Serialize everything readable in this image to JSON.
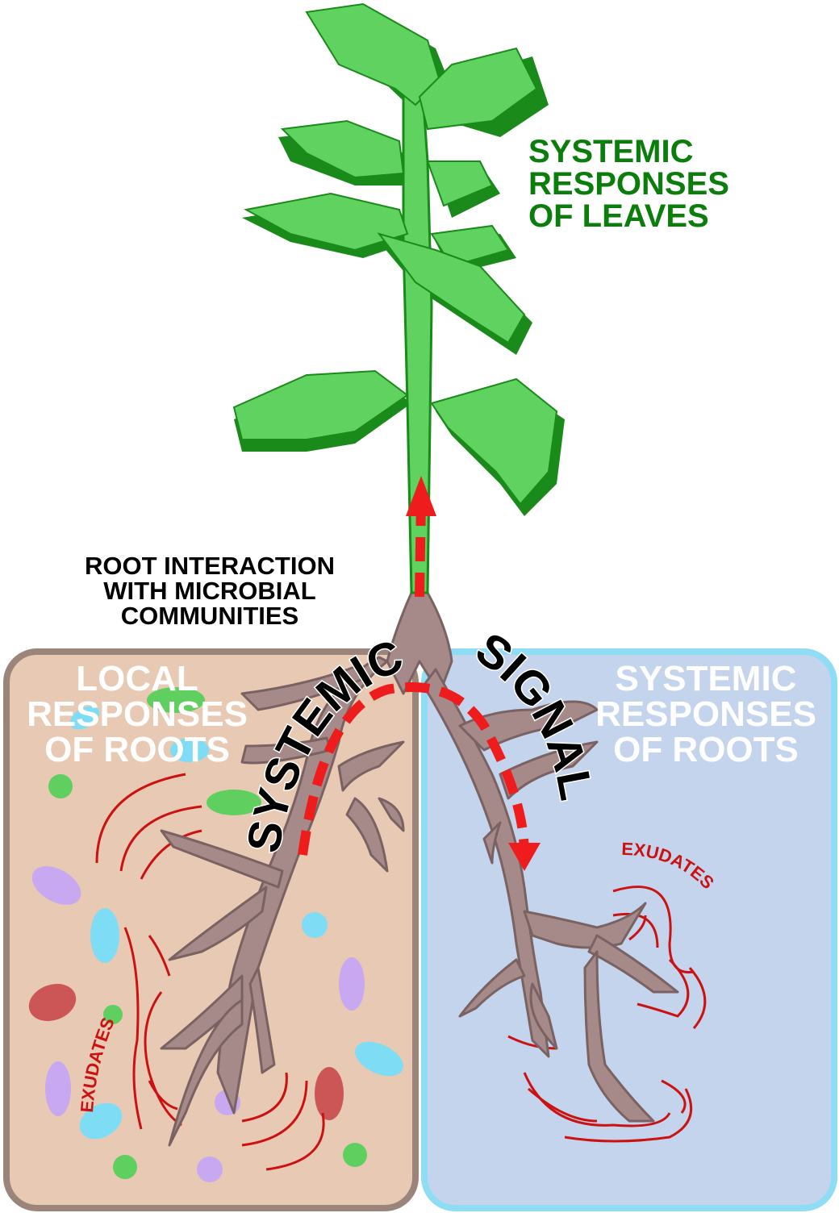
{
  "labels": {
    "leaves": "SYSTEMIC\nRESPONSES\nOF LEAVES",
    "interaction": "ROOT INTERACTION\nWITH MICROBIAL\nCOMMUNITIES",
    "local": "LOCAL\nRESPONSES\nOF ROOTS",
    "systemic_roots": "SYSTEMIC\nRESPONSES\nOF ROOTS",
    "signal_word_1": "SYSTEMIC",
    "signal_word_2": "SIGNAL",
    "exudates_left": "EXUDATES",
    "exudates_right": "EXUDATES"
  },
  "colors": {
    "leaf_light": "#5fd25f",
    "leaf_dark": "#1a8a1a",
    "leaf_text": "#0b7d0b",
    "root": "#a68a8a",
    "root_outline": "#7a6262",
    "local_box_fill": "#e8c9b3",
    "local_box_border": "#9b857a",
    "systemic_box_fill": "#c3d4ec",
    "systemic_box_border": "#8fdcf5",
    "signal_arrow": "#ee1c1c",
    "exudate_line": "#cc1111",
    "box_text": "#ffffff",
    "microbe_green": "#5fcf5f",
    "microbe_purple": "#c8a8f0",
    "microbe_cyan": "#7fdcf5",
    "microbe_red": "#cc5555"
  }
}
